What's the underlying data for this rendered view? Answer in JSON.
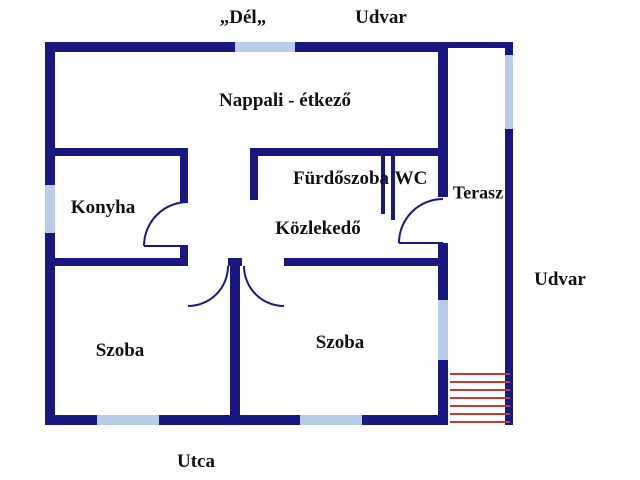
{
  "title": "Floor plan",
  "colors": {
    "wall": "#181880",
    "window": "#b7cde8",
    "stairs": "#c23b2e",
    "text": "#111111",
    "background": "#ffffff"
  },
  "labels": {
    "del": "„Dél„",
    "udvar_top": "Udvar",
    "nappali": "Nappali - étkező",
    "furdoszoba": "Fürdőszoba",
    "wc": "WC",
    "terasz": "Terasz",
    "konyha": "Konyha",
    "kozlekedo": "Közlekedő",
    "udvar_right": "Udvar",
    "szoba_left": "Szoba",
    "szoba_right": "Szoba",
    "utca": "Utca"
  }
}
